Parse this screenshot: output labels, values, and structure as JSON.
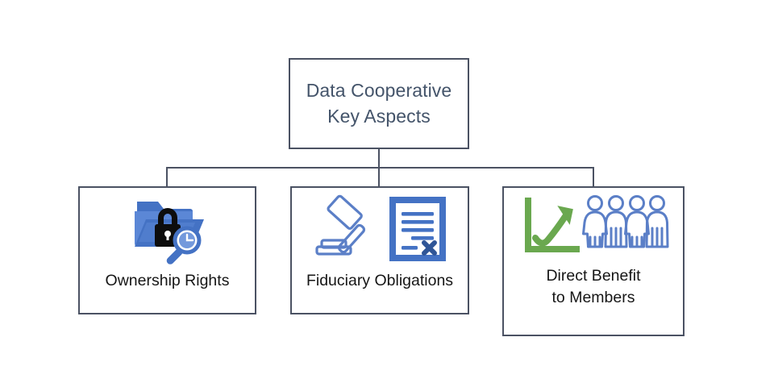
{
  "diagram": {
    "title": "Data Cooperative Key Aspects",
    "root": {
      "label": "Data Cooperative\nKey Aspects",
      "text_color": "#44546A",
      "border_color": "#4B5263"
    },
    "connector_color": "#4B5263",
    "nodes": [
      {
        "id": "ownership-rights",
        "label": "Ownership Rights",
        "icons": [
          "folder-lock-icon",
          "magnifier-icon"
        ],
        "icon_colors": {
          "folder": "#4472C4",
          "folder_light": "#5B87D6",
          "lock": "#000000",
          "magnifier": "#4472C4"
        }
      },
      {
        "id": "fiduciary-obligations",
        "label": "Fiduciary Obligations",
        "icons": [
          "gavel-icon",
          "document-x-icon"
        ],
        "icon_colors": {
          "gavel": "#5B7FC7",
          "document_border": "#4472C4",
          "document_lines": "#4472C4",
          "document_x": "#2F5597"
        }
      },
      {
        "id": "direct-benefit-to-members",
        "label": "Direct Benefit\nto Members",
        "icons": [
          "growth-chart-icon",
          "people-group-icon"
        ],
        "icon_colors": {
          "chart": "#6AA84F",
          "people": "#5B7FC7"
        }
      }
    ]
  }
}
